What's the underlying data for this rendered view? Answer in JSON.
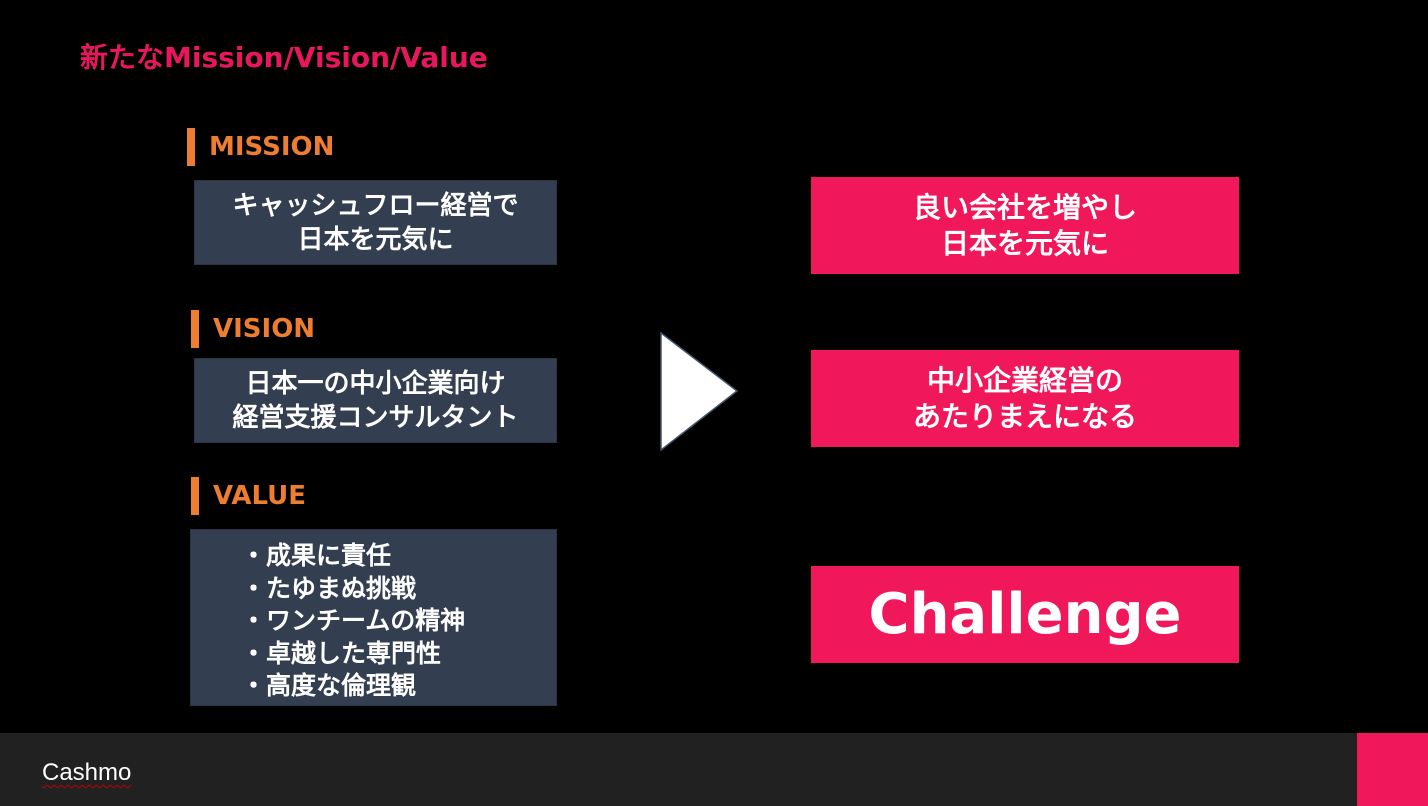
{
  "title": "新たなMission/Vision/Value",
  "mission": {
    "heading": "MISSION",
    "lines": [
      "キャッシュフロー経営で",
      "日本を元気に"
    ]
  },
  "vision": {
    "heading": "VISION",
    "lines": [
      "日本一の中小企業向け",
      "経営支援コンサルタント"
    ]
  },
  "value": {
    "heading": "VALUE",
    "items": [
      "・成果に責任",
      "・たゆまぬ挑戦",
      "・ワンチームの精神",
      "・卓越した専門性",
      "・高度な倫理観"
    ]
  },
  "arrow_icon": "right-triangle-arrow",
  "new_mission": {
    "lines": [
      "良い会社を増やし",
      "日本を元気に"
    ]
  },
  "new_vision": {
    "lines": [
      "中小企業経営の",
      "あたりまえになる"
    ]
  },
  "new_value": {
    "text": "Challenge"
  },
  "footer": {
    "brand": "Cashmo"
  },
  "colors": {
    "accent_pink": "#f0175a",
    "heading_orange": "#ed7d31",
    "box_navy": "#333f50",
    "footer_gray": "#212121"
  }
}
